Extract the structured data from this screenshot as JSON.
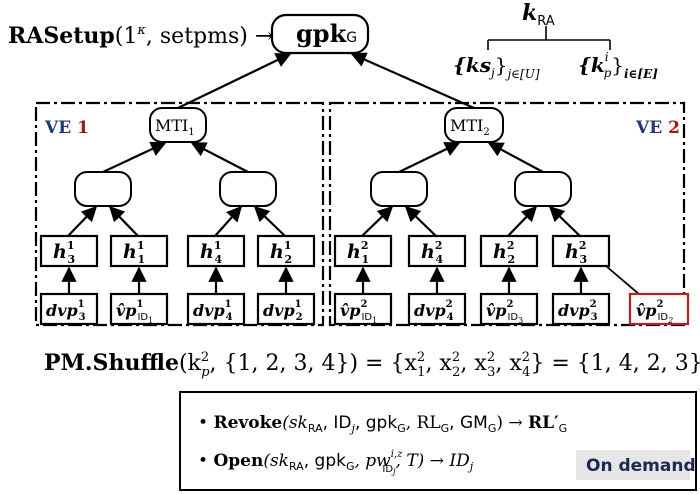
{
  "setup": {
    "label_bold": "RASetup",
    "args": "(1",
    "kappa": "κ",
    "args_rest": ", setpms) →",
    "gpk_main": "gpk",
    "gpk_sub": "G"
  },
  "kra": {
    "label": "k",
    "sub": "RA",
    "left_set": "{ks",
    "left_sub_j": "j",
    "left_close": "}",
    "left_idx": "j∈[U]",
    "right_set": "{k",
    "right_sup": "i",
    "right_sub": "p",
    "right_close": "}",
    "right_idx": "i∈[E]"
  },
  "ve": {
    "left_prefix": "VE",
    "left_num": "1",
    "right_prefix": "VE",
    "right_num": "2"
  },
  "mti": {
    "left_main": "MTI",
    "left_sub": "1",
    "right_main": "MTI",
    "right_sub": "2"
  },
  "leaves_left": [
    {
      "h_sub": "3",
      "h_sup": "1",
      "v_main": "dvp",
      "v_sub": "3",
      "v_sup": "1"
    },
    {
      "h_sub": "1",
      "h_sup": "1",
      "v_main": "v̂p",
      "v_sub": "ID",
      "v_subsub": "1",
      "v_sup": "1"
    },
    {
      "h_sub": "4",
      "h_sup": "1",
      "v_main": "dvp",
      "v_sub": "4",
      "v_sup": "1"
    },
    {
      "h_sub": "2",
      "h_sup": "1",
      "v_main": "dvp",
      "v_sub": "2",
      "v_sup": "1"
    }
  ],
  "leaves_right": [
    {
      "h_sub": "1",
      "h_sup": "2",
      "v_main": "v̂p",
      "v_sub": "ID",
      "v_subsub": "1",
      "v_sup": "2"
    },
    {
      "h_sub": "4",
      "h_sup": "2",
      "v_main": "dvp",
      "v_sub": "4",
      "v_sup": "2"
    },
    {
      "h_sub": "2",
      "h_sup": "2",
      "v_main": "v̂p",
      "v_sub": "ID",
      "v_subsub": "3",
      "v_sup": "2"
    },
    {
      "h_sub": "3",
      "h_sup": "2",
      "v_main": "dvp",
      "v_sub": "3",
      "v_sup": "2"
    }
  ],
  "revoked_leaf": {
    "v_main": "v̂p",
    "v_sub": "ID",
    "v_subsub": "2",
    "v_sup": "2"
  },
  "shuffle": {
    "bold": "PM.Shuffle",
    "text": "(k",
    "k_sup": "2",
    "k_sub": "p",
    "rest": ", {1, 2, 3, 4}) = {x",
    "x1": "1",
    "x2": "2",
    "x3": "3",
    "x4": "4",
    "xsup": "2",
    "end": "} = {1, 4, 2, 3}"
  },
  "demand": {
    "revoke_bold": "Revoke",
    "revoke_args": "(sk",
    "revoke_args2": ", ID",
    "revoke_args3": ", gpk",
    "revoke_args4": ", RL",
    "revoke_args5": ", GM",
    "revoke_args6": ") → ",
    "revoke_out": "RL′",
    "open_bold": "Open",
    "open_args": "(sk",
    "open_args2": ", gpk",
    "open_args3": ", pw",
    "open_args4": ", T) → ID",
    "sub_ra": "RA",
    "sub_g": "G",
    "sub_j": "j",
    "iz": "i,z",
    "on_demand": "On demand"
  },
  "colors": {
    "ve_label": "#1f3a6e",
    "ve_num": "#a31515",
    "revoked_border": "#b22222",
    "on_demand_bg": "#e6e6e6",
    "on_demand_text": "#1a2a55"
  }
}
